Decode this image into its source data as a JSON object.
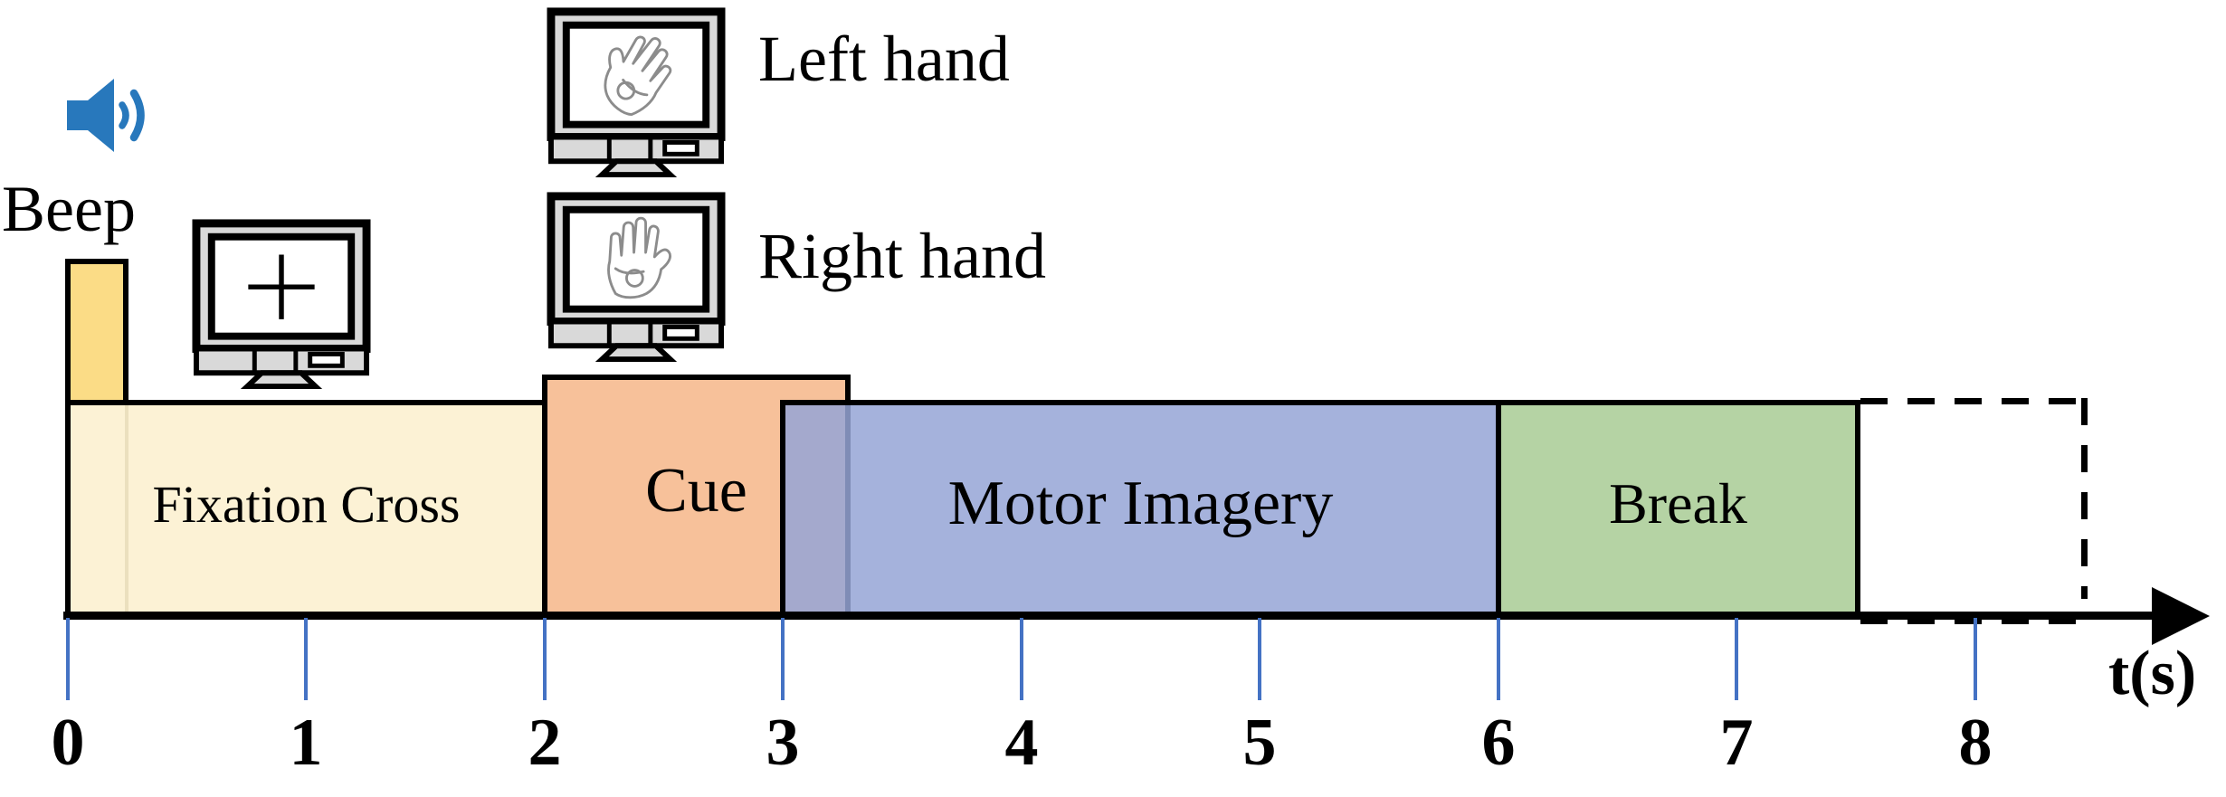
{
  "beep": {
    "label": "Beep"
  },
  "cue_stimuli": [
    {
      "label": "Left hand"
    },
    {
      "label": "Right hand"
    }
  ],
  "segments": [
    {
      "label": "Fixation Cross",
      "start_s": 0,
      "end_s": 2,
      "fill": "#FCF2D5"
    },
    {
      "label": "Cue",
      "start_s": 2,
      "end_s": 3.25,
      "fill": "#F7C19A"
    },
    {
      "label": "Motor Imagery",
      "start_s": 3,
      "end_s": 6,
      "fill": "#A5B2DC"
    },
    {
      "label": "Break",
      "start_s": 6,
      "end_s": 7.5,
      "fill": "#B5D3A4"
    },
    {
      "label": "",
      "start_s": 7.5,
      "end_s": 8.5,
      "fill": "none",
      "style": "dashed"
    }
  ],
  "beep_marker": {
    "start_s": 0,
    "end_s": 0.25,
    "fill": "#FBDC86"
  },
  "axis": {
    "label": "t(s)",
    "tick_labels": [
      "0",
      "1",
      "2",
      "3",
      "4",
      "5",
      "6",
      "7",
      "8"
    ],
    "tick_color": "#4472C4"
  },
  "icons": {
    "speaker": "speaker-icon",
    "fixation_monitor": "monitor-with-fixation-cross",
    "left_hand_monitor": "monitor-with-left-hand",
    "right_hand_monitor": "monitor-with-right-hand"
  },
  "colors": {
    "beep_marker": "#FBDC86",
    "fixation": "#FCF2D5",
    "cue": "#F7C19A",
    "motor_imagery": "#A5B2DC",
    "break": "#B5D3A4",
    "axis_tick": "#4472C4",
    "speaker_blue": "#2878BC",
    "monitor_gray": "#D9D9D9"
  },
  "chart_data": {
    "type": "timeline",
    "xlabel": "t(s)",
    "x_ticks": [
      0,
      1,
      2,
      3,
      4,
      5,
      6,
      7,
      8
    ],
    "x_range": [
      0,
      9
    ],
    "segments": [
      {
        "label": "Beep",
        "start": 0,
        "end": 0.25
      },
      {
        "label": "Fixation Cross",
        "start": 0,
        "end": 2
      },
      {
        "label": "Cue",
        "start": 2,
        "end": 3.25
      },
      {
        "label": "Motor Imagery",
        "start": 3,
        "end": 6
      },
      {
        "label": "Break",
        "start": 6,
        "end": 7.5
      },
      {
        "label": "",
        "start": 7.5,
        "end": 8.5,
        "style": "dashed"
      }
    ]
  }
}
